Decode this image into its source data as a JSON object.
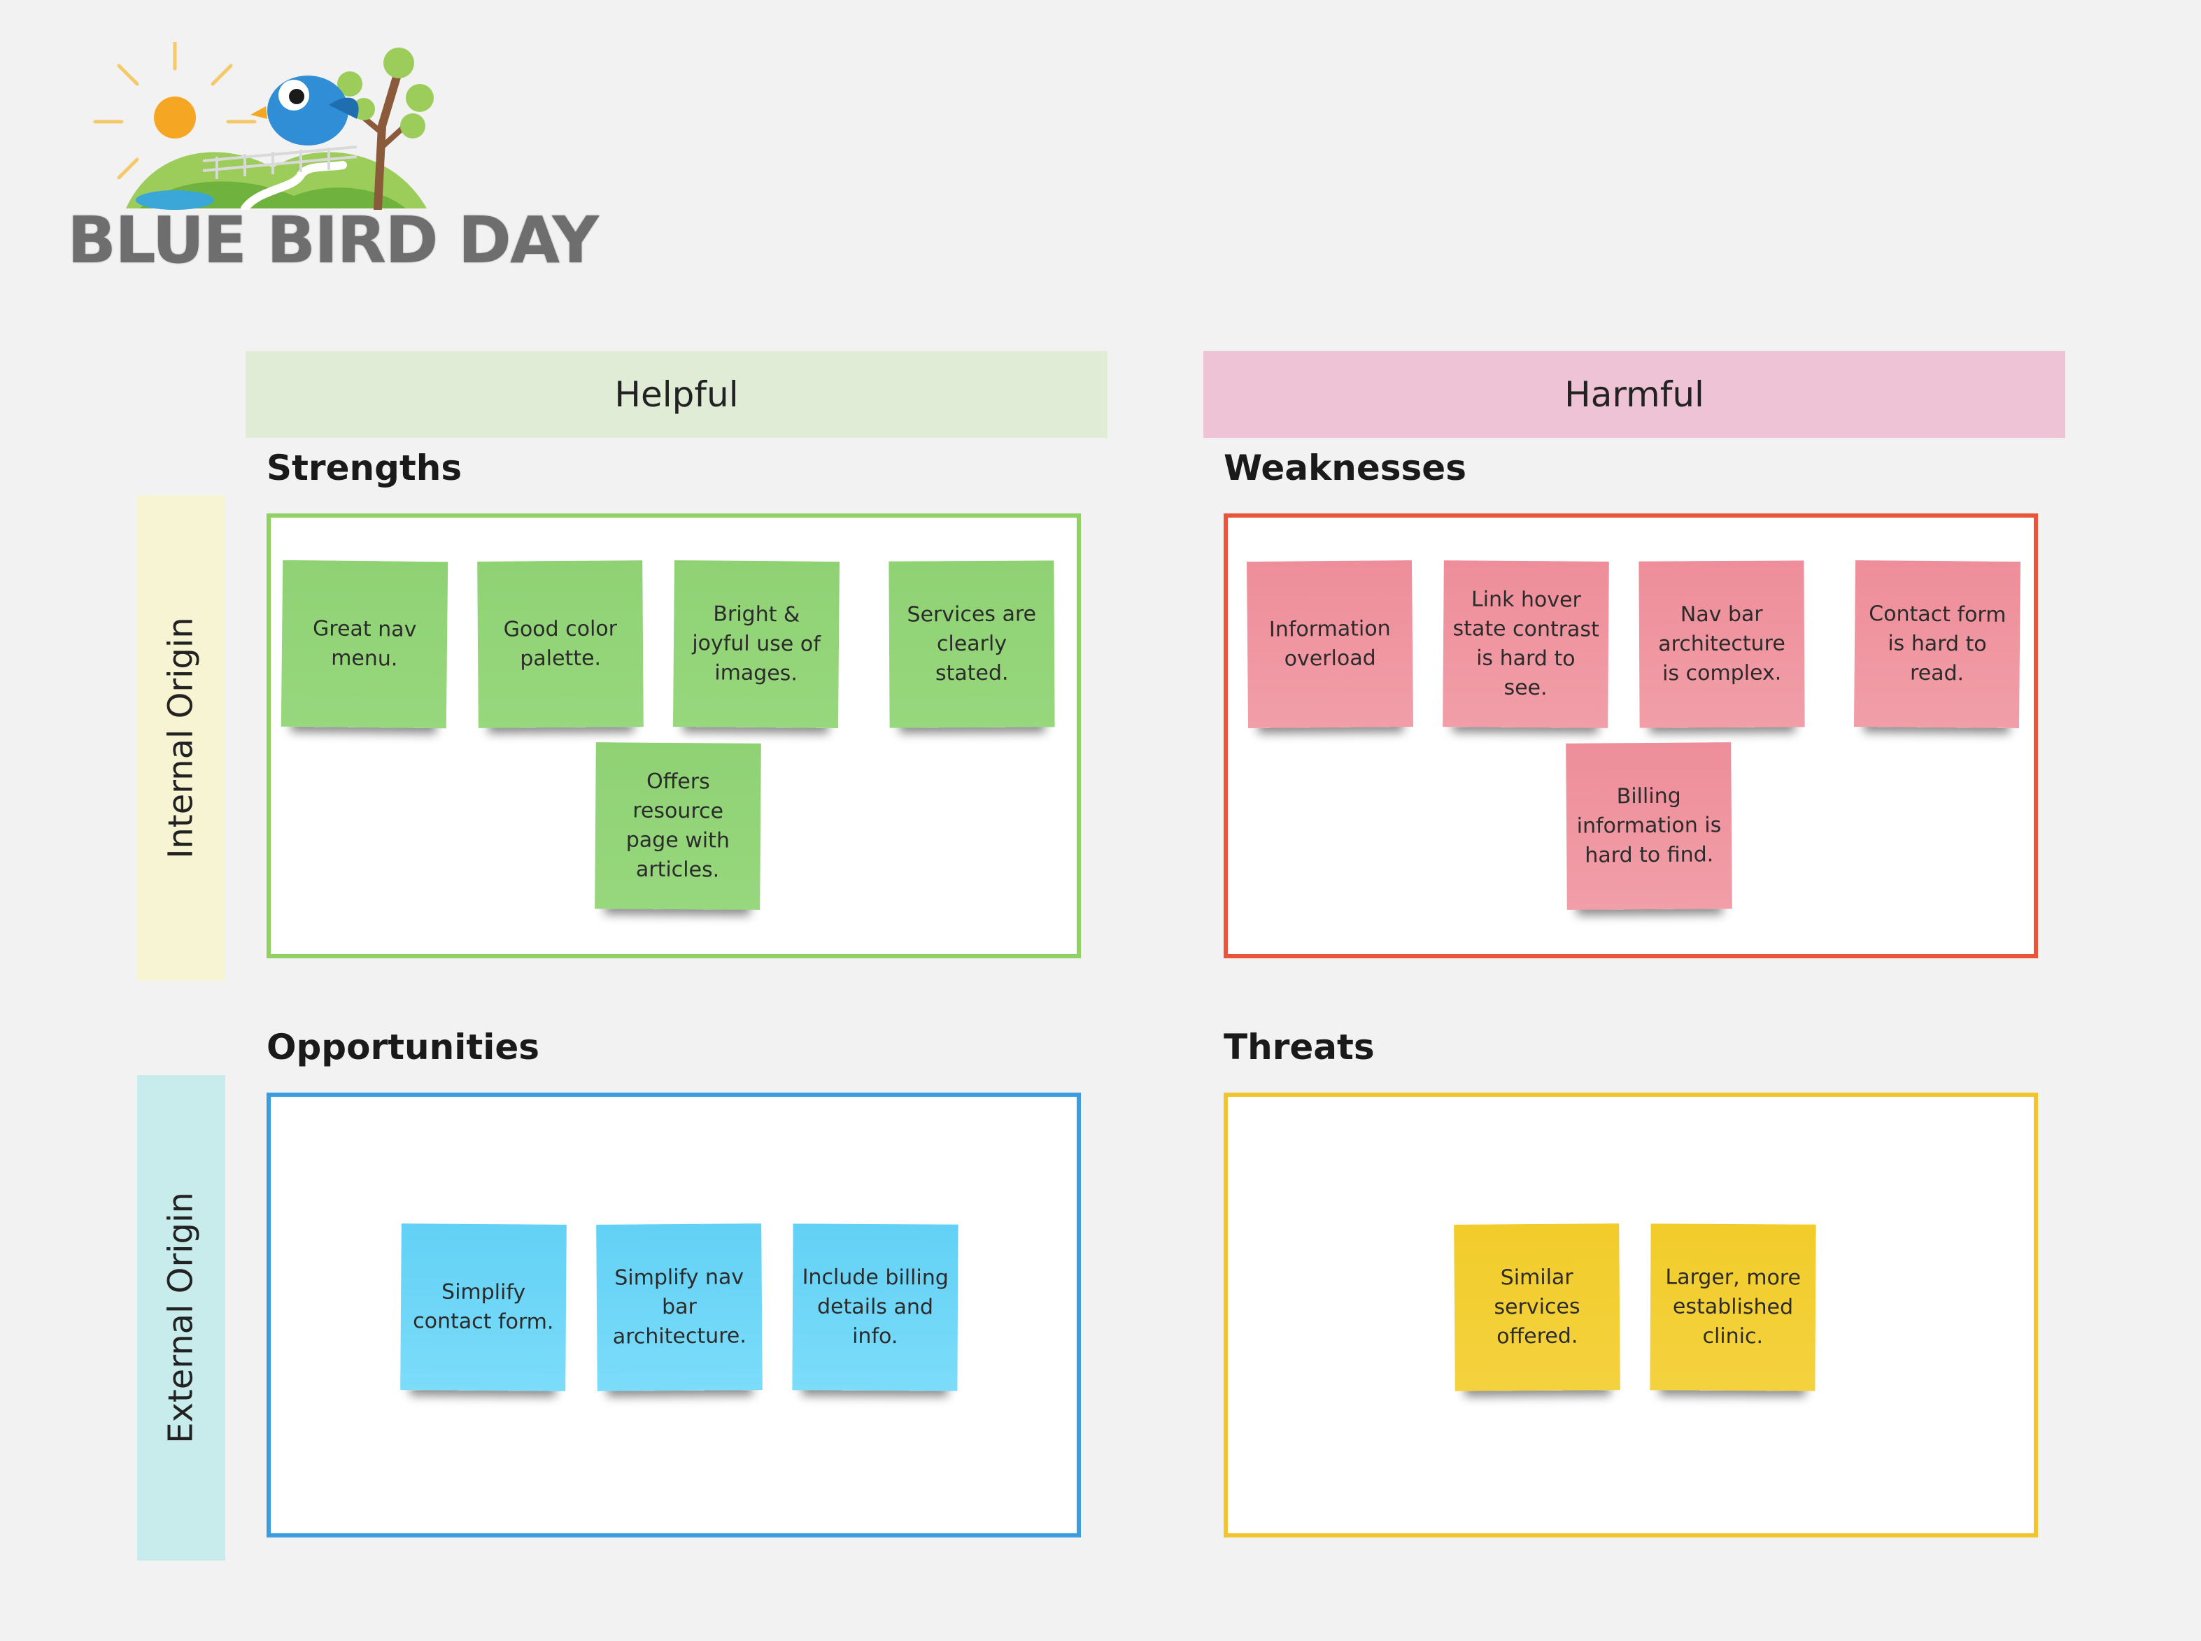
{
  "logo": {
    "text": "BLUE BIRD DAY"
  },
  "headers": {
    "helpful": "Helpful",
    "harmful": "Harmful"
  },
  "rows": {
    "internal": "Internal Origin",
    "external": "External Origin"
  },
  "quadrants": {
    "strengths": {
      "title": "Strengths",
      "color": "#8fd162",
      "notes": [
        "Great nav menu.",
        "Good color palette.",
        "Bright & joyful use of images.",
        "Services are clearly stated.",
        "Offers resource page with articles."
      ]
    },
    "weaknesses": {
      "title": "Weaknesses",
      "color": "#e8553a",
      "notes": [
        "Information overload",
        "Link hover state contrast is hard to see.",
        "Nav bar architecture is complex.",
        "Contact form is hard to read.",
        "Billing information is hard to find."
      ]
    },
    "opportunities": {
      "title": "Opportunities",
      "color": "#3a9de0",
      "notes": [
        "Simplify contact form.",
        "Simplify nav bar architecture.",
        "Include billing details and info."
      ]
    },
    "threats": {
      "title": "Threats",
      "color": "#f2c530",
      "notes": [
        "Similar services offered.",
        "Larger, more established clinic."
      ]
    }
  }
}
